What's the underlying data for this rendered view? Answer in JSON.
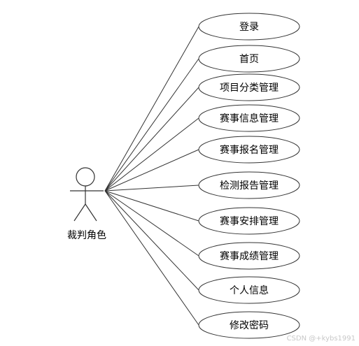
{
  "actor": {
    "label": "裁判角色"
  },
  "use_cases": [
    {
      "label": "登录"
    },
    {
      "label": "首页"
    },
    {
      "label": "项目分类管理"
    },
    {
      "label": "赛事信息管理"
    },
    {
      "label": "赛事报名管理"
    },
    {
      "label": "检测报告管理"
    },
    {
      "label": "赛事安排管理"
    },
    {
      "label": "赛事成绩管理"
    },
    {
      "label": "个人信息"
    },
    {
      "label": "修改密码"
    }
  ],
  "watermark": "CSDN @+kybs1991",
  "colors": {
    "stroke": "#333333",
    "background": "#ffffff",
    "watermark": "#c8c8c8"
  }
}
